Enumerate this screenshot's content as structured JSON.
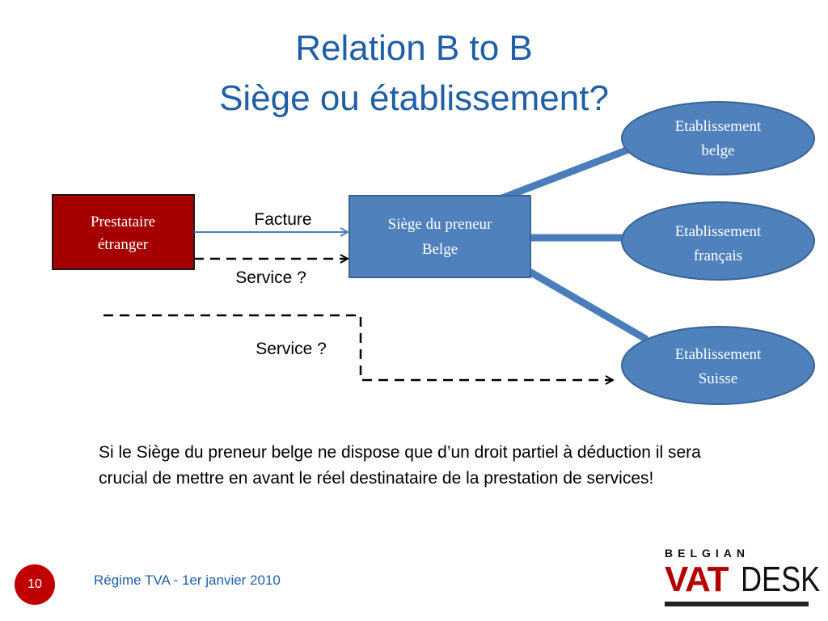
{
  "title": {
    "line1": "Relation B to B",
    "line2": "Siège ou établissement?"
  },
  "diagram": {
    "prestataire": {
      "line1": "Prestataire",
      "line2": "étranger"
    },
    "siege": {
      "line1": "Siège du preneur",
      "line2": "Belge"
    },
    "etab_belge": {
      "line1": "Etablissement",
      "line2": "belge"
    },
    "etab_francais": {
      "line1": "Etablissement",
      "line2": "français"
    },
    "etab_suisse": {
      "line1": "Etablissement",
      "line2": "Suisse"
    },
    "facture_label": "Facture",
    "service_label_1": "Service ?",
    "service_label_2": "Service ?"
  },
  "note": "Si le Siège du preneur belge ne dispose que d’un droit partiel à déduction il sera crucial de mettre en avant le réel destinataire de la prestation de services!",
  "footer": {
    "page_number": "10",
    "text": "Régime TVA - 1er janvier 2010"
  },
  "logo": {
    "top": "BELGIAN",
    "vat": "VAT",
    "desk": "DESK"
  },
  "colors": {
    "title": "#1f5fa6",
    "box_blue": "#4f81bd",
    "box_red": "#a50000",
    "connector_blue": "#4a7ebb",
    "badge_red": "#c00000"
  }
}
